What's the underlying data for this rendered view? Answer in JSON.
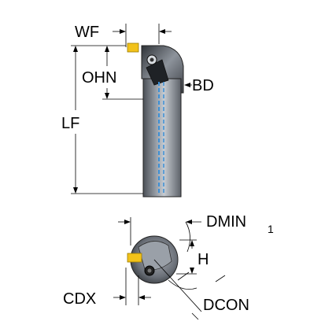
{
  "labels": {
    "wf": "WF",
    "ohn": "OHN",
    "bd": "BD",
    "lf": "LF",
    "dmin": "DMIN",
    "dmin_sub": "1",
    "h": "H",
    "cdx": "CDX",
    "dcon": "DCON"
  },
  "colors": {
    "body_dark": "#5a5f66",
    "body_mid": "#8a9099",
    "body_light": "#c2c7cd",
    "coolant_channel": "#3b8fd6",
    "insert": "#f2c21a",
    "line": "#000000"
  }
}
